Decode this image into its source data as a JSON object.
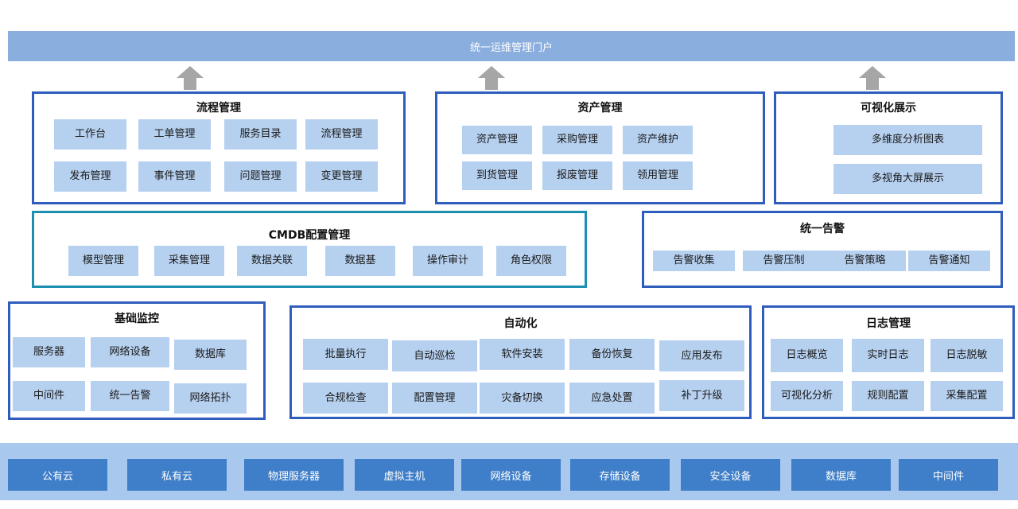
{
  "portal": {
    "label": "统一运维管理门户"
  },
  "modules": {
    "process": {
      "title": "流程管理",
      "items": [
        "工作台",
        "工单管理",
        "服务目录",
        "流程管理",
        "发布管理",
        "事件管理",
        "问题管理",
        "变更管理"
      ]
    },
    "asset": {
      "title": "资产管理",
      "items": [
        "资产管理",
        "采购管理",
        "资产维护",
        "到货管理",
        "报废管理",
        "领用管理"
      ]
    },
    "viz": {
      "title": "可视化展示",
      "items": [
        "多维度分析图表",
        "多视角大屏展示"
      ]
    },
    "cmdb": {
      "title": "CMDB配置管理",
      "items": [
        "模型管理",
        "采集管理",
        "数据关联",
        "数据基",
        "操作审计",
        "角色权限"
      ]
    },
    "alert": {
      "title": "统一告警",
      "items": [
        "告警收集",
        "告警压制",
        "告警策略",
        "告警通知"
      ]
    },
    "monitor": {
      "title": "基础监控",
      "items": [
        "服务器",
        "网络设备",
        "数据库",
        "中间件",
        "统一告警",
        "网络拓扑"
      ]
    },
    "automation": {
      "title": "自动化",
      "items": [
        "批量执行",
        "自动巡检",
        "软件安装",
        "备份恢复",
        "应用发布",
        "合规检查",
        "配置管理",
        "灾备切换",
        "应急处置",
        "补丁升级"
      ]
    },
    "log": {
      "title": "日志管理",
      "items": [
        "日志概览",
        "实时日志",
        "日志脱敏",
        "可视化分析",
        "规则配置",
        "采集配置"
      ]
    }
  },
  "infra": {
    "items": [
      "公有云",
      "私有云",
      "物理服务器",
      "虚拟主机",
      "网络设备",
      "存储设备",
      "安全设备",
      "数据库",
      "中间件"
    ]
  },
  "colors": {
    "portal_bar": "#8aaede",
    "module_border": "#2f5dbd",
    "cmdb_border": "#1d8fb0",
    "tile": "#b6d0ef",
    "infra_band": "#a8c8ee",
    "infra_tile": "#3f7ec8",
    "arrow": "#a6a6a6"
  }
}
